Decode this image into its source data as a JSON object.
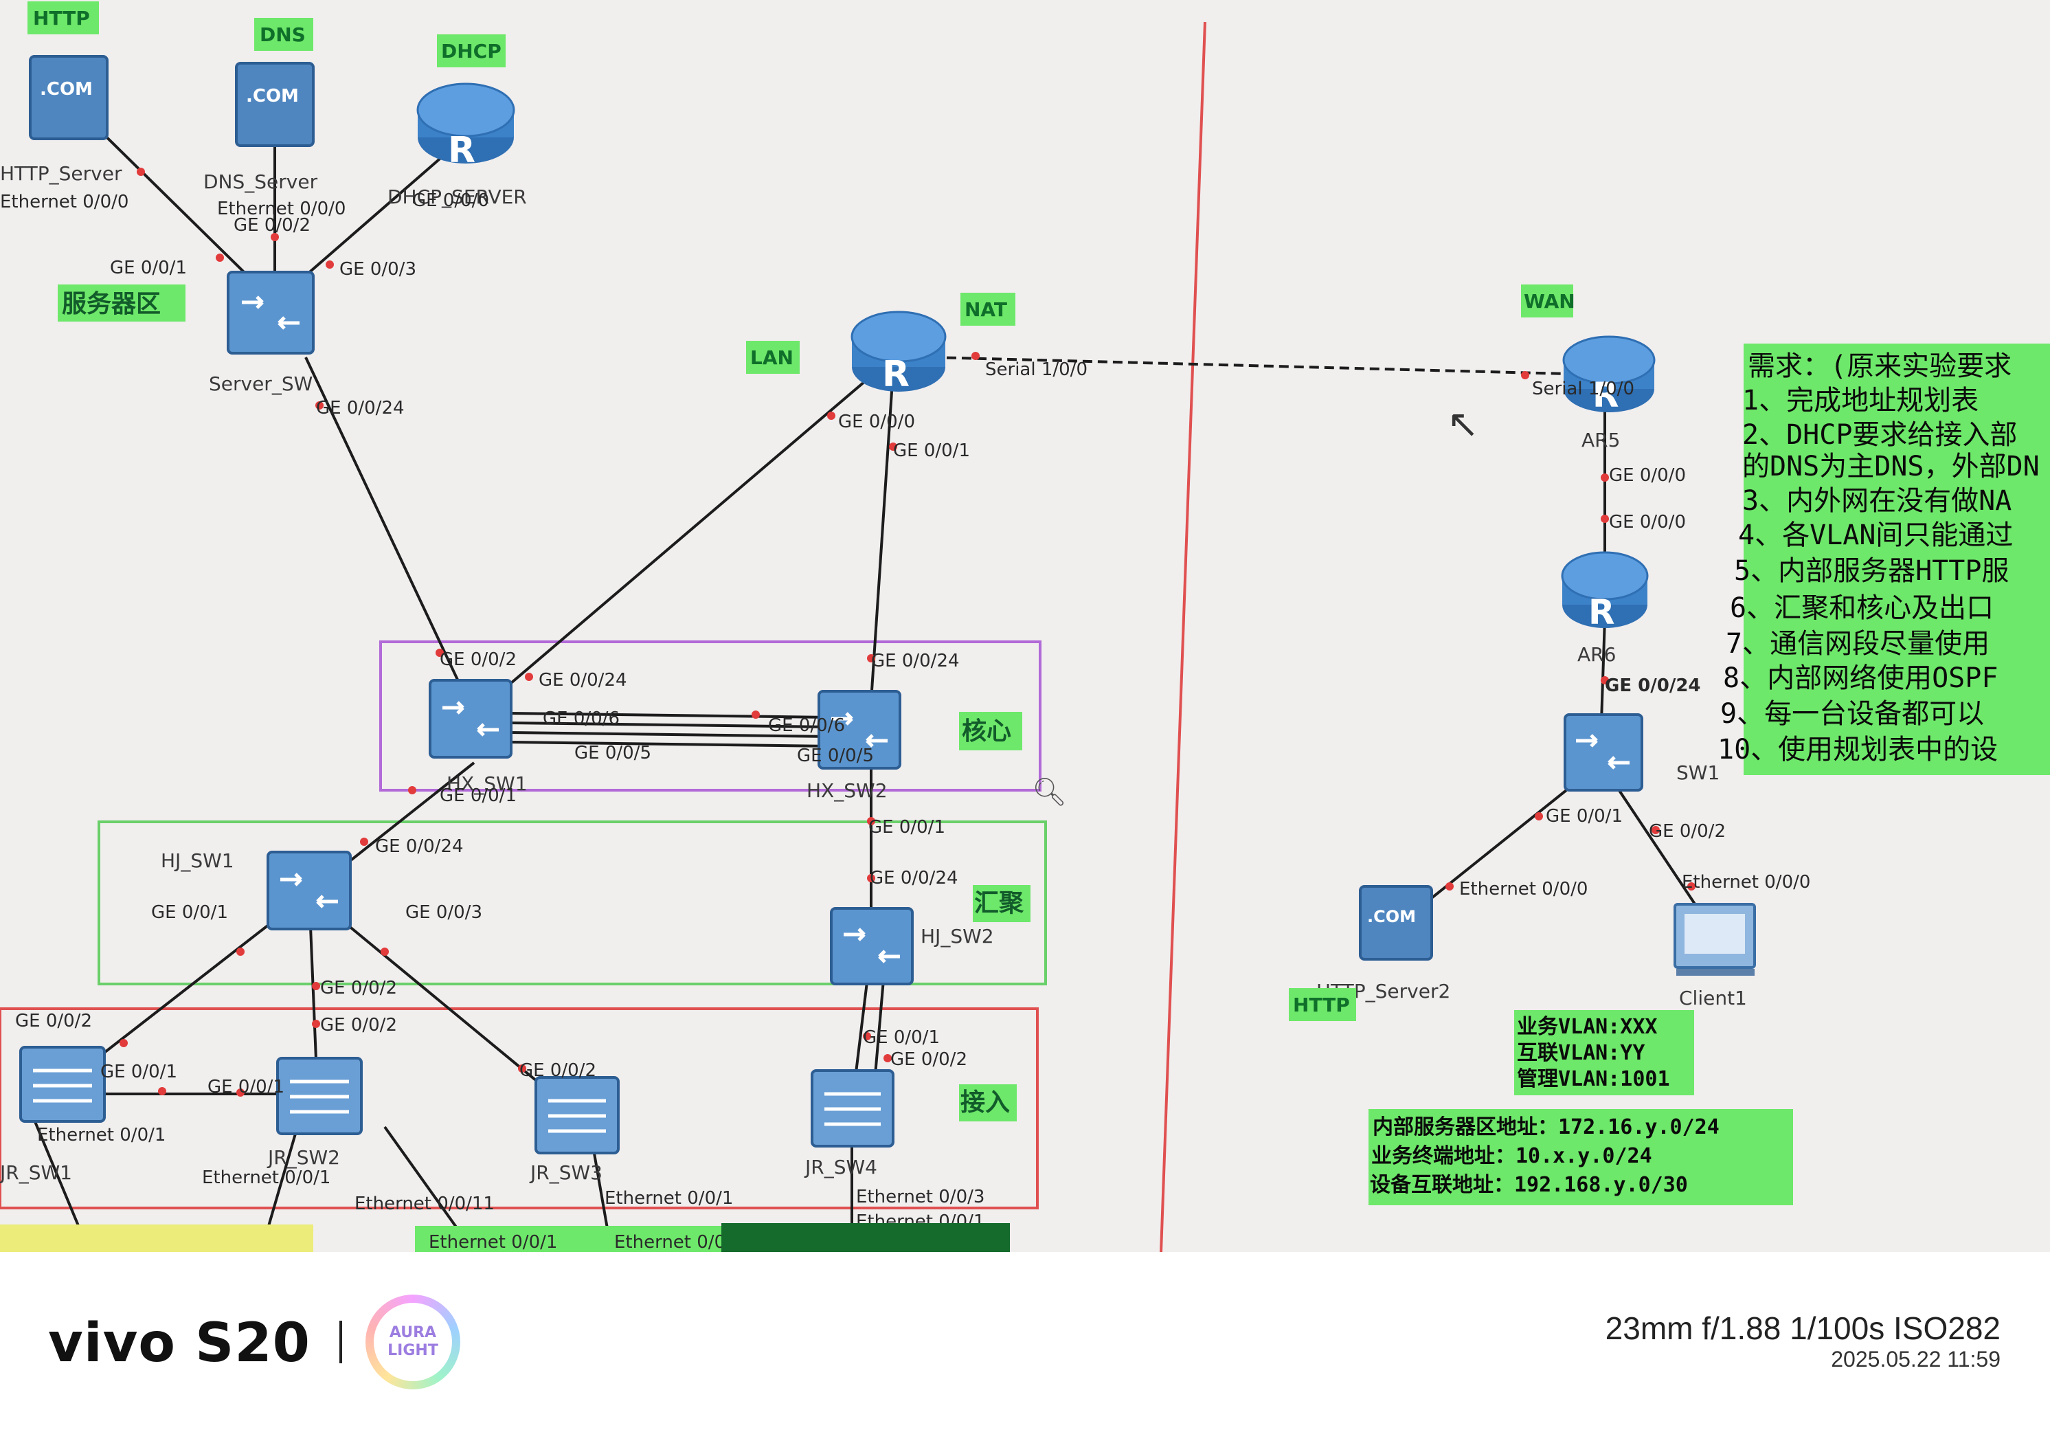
{
  "devices": {
    "http_server": "HTTP_Server",
    "dns_server": "DNS_Server",
    "dhcp_server": "DHCP_SERVER",
    "server_sw": "Server_SW",
    "nat_router": "R",
    "hx_sw1": "HX_SW1",
    "hx_sw2": "HX_SW2",
    "hj_sw1": "HJ_SW1",
    "hj_sw2": "HJ_SW2",
    "jr_sw1": "JR_SW1",
    "jr_sw2": "JR_SW2",
    "jr_sw3": "JR_SW3",
    "jr_sw4": "JR_SW4",
    "ar5": "AR5",
    "ar6": "AR6",
    "sw1": "SW1",
    "http_server2": "HTTP_Server2",
    "client1": "Client1",
    "com_icon": ".COM",
    "router_glyph": "R"
  },
  "tags": {
    "http": "HTTP",
    "dns": "DNS",
    "dhcp": "DHCP",
    "server_zone": "服务器区",
    "lan": "LAN",
    "nat": "NAT",
    "wan": "WAN",
    "core": "核心",
    "aggregation": "汇聚",
    "access": "接入",
    "http2": "HTTP"
  },
  "ports": {
    "eth000": "Ethernet 0/0/0",
    "ge001": "GE 0/0/1",
    "ge002": "GE 0/0/2",
    "ge003": "GE 0/0/3",
    "ge0024": "GE 0/0/24",
    "ge000": "GE 0/0/0",
    "ge005": "GE 0/0/5",
    "ge006": "GE 0/0/6",
    "serial100": "Serial 1/0/0",
    "eth001": "Ethernet 0/0/1",
    "eth003": "Ethernet 0/0/3",
    "eth0011": "Ethernet 0/0/11"
  },
  "requirements": {
    "title": "需求：(原来实验要求",
    "items": [
      "1、完成地址规划表",
      "2、DHCP要求给接入部",
      "的DNS为主DNS，外部DN",
      "3、内外网在没有做NA",
      "4、各VLAN间只能通过",
      "5、内部服务器HTTP服",
      "6、汇聚和核心及出口",
      "7、通信网段尽量使用",
      "8、内部网络使用OSPF",
      "9、每一台设备都可以",
      "10、使用规划表中的设"
    ]
  },
  "vlan_info": {
    "business": "业务VLAN:XXX",
    "interconnect": "互联VLAN:YY",
    "management": "管理VLAN:1001"
  },
  "address_info": {
    "server_zone": "内部服务器区地址：172.16.y.0/24",
    "business_terminal": "业务终端地址：10.x.y.0/24",
    "interconnect": "设备互联地址：192.168.y.0/30"
  },
  "footer": {
    "brand": "vivo S20",
    "aura_top": "AURA",
    "aura_bottom": "LIGHT",
    "exif": "23mm  f/1.88  1/100s  ISO282",
    "timestamp": "2025.05.22 11:59"
  }
}
